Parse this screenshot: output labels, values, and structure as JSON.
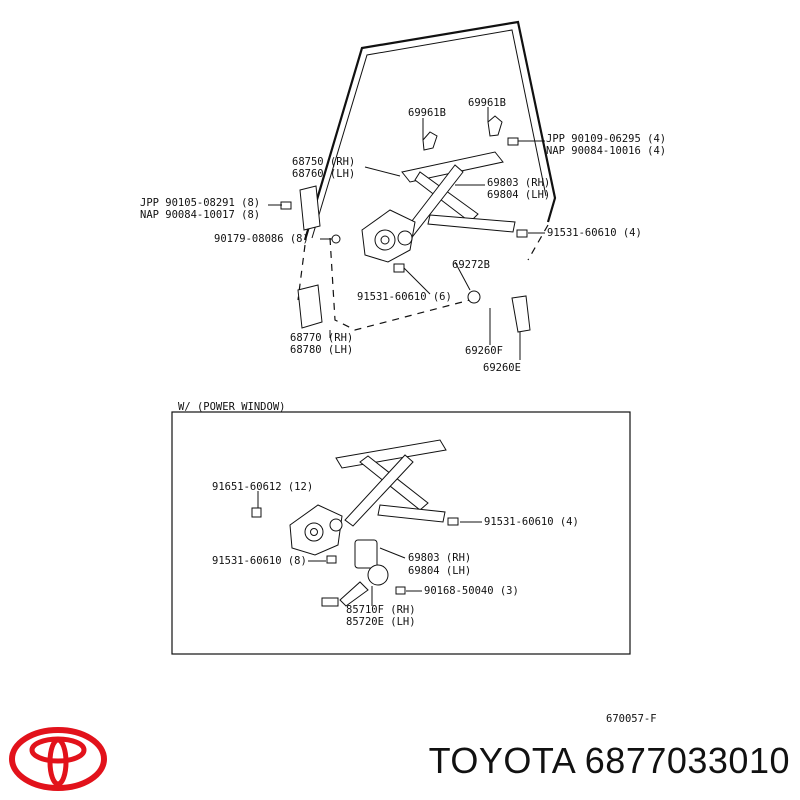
{
  "labels": {
    "p69961b_a": "69961B",
    "p69961b_b": "69961B",
    "jpp_top": "JPP 90109-06295 (4)",
    "nap_top": "NAP 90084-10016 (4)",
    "p68750": "68750 (RH)",
    "p68760": "68760 (LH)",
    "p69803": "69803 (RH)",
    "p69804": "69804 (LH)",
    "jpp_left": "JPP 90105-08291 (8)",
    "nap_left": "NAP 90084-10017 (8)",
    "p90179": "90179-08086 (8)",
    "p91531_r": "91531-60610 (4)",
    "p69272b": "69272B",
    "p91531_c": "91531-60610 (6)",
    "p68770": "68770 (RH)",
    "p68780": "68780 (LH)",
    "p69260f": "69260F",
    "p69260e": "69260E",
    "pw_title": "W/ (POWER WINDOW)",
    "p91651": "91651-60612 (12)",
    "p91531_pw_r": "91531-60610 (4)",
    "p91531_pw_l": "91531-60610 (8)",
    "p69803_pw": "69803 (RH)",
    "p69804_pw": "69804 (LH)",
    "p90168": "90168-50040 (3)",
    "p85710f": "85710F (RH)",
    "p85720e": "85720E (LH)",
    "fig_code": "670057-F"
  },
  "brand": {
    "text": "TOYOTA 6877033010",
    "logo_icon": "toyota-logo-icon",
    "logo_color": "#e2121b"
  }
}
